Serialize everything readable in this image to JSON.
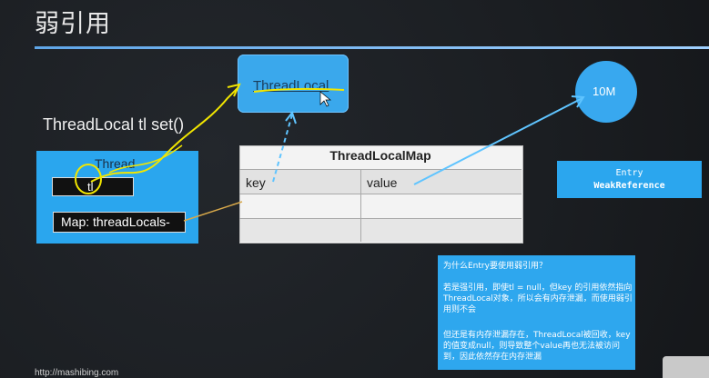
{
  "slide": {
    "title": "弱引用",
    "code_line": "ThreadLocal tl set()",
    "footer_url": "http://mashibing.com"
  },
  "threadlocal_node": {
    "label": "ThreadLocal"
  },
  "thread_box": {
    "label": "Thread",
    "tl_var": "tl",
    "map_var": "Map: threadLocals-"
  },
  "map_table": {
    "title": "ThreadLocalMap",
    "columns": [
      "key",
      "value"
    ],
    "empty_rows": 2
  },
  "object_node": {
    "label": "10M"
  },
  "entry_box": {
    "line1": "Entry",
    "line2": "WeakReference"
  },
  "note": {
    "question": "为什么Entry要使用弱引用？",
    "para1": "若是强引用，即使tl = null，但key 的引用依然指向ThreadLocal对象，所以会有内存泄漏，而使用弱引用则不会",
    "para2": "但还是有内存泄漏存在，ThreadLocal被回收，key 的值变成null，则导致整个value再也无法被访问到，因此依然存在内存泄漏"
  },
  "colors": {
    "accent": "#3aa8ec",
    "background": "#1d2024",
    "highlight": "#f2e600"
  }
}
